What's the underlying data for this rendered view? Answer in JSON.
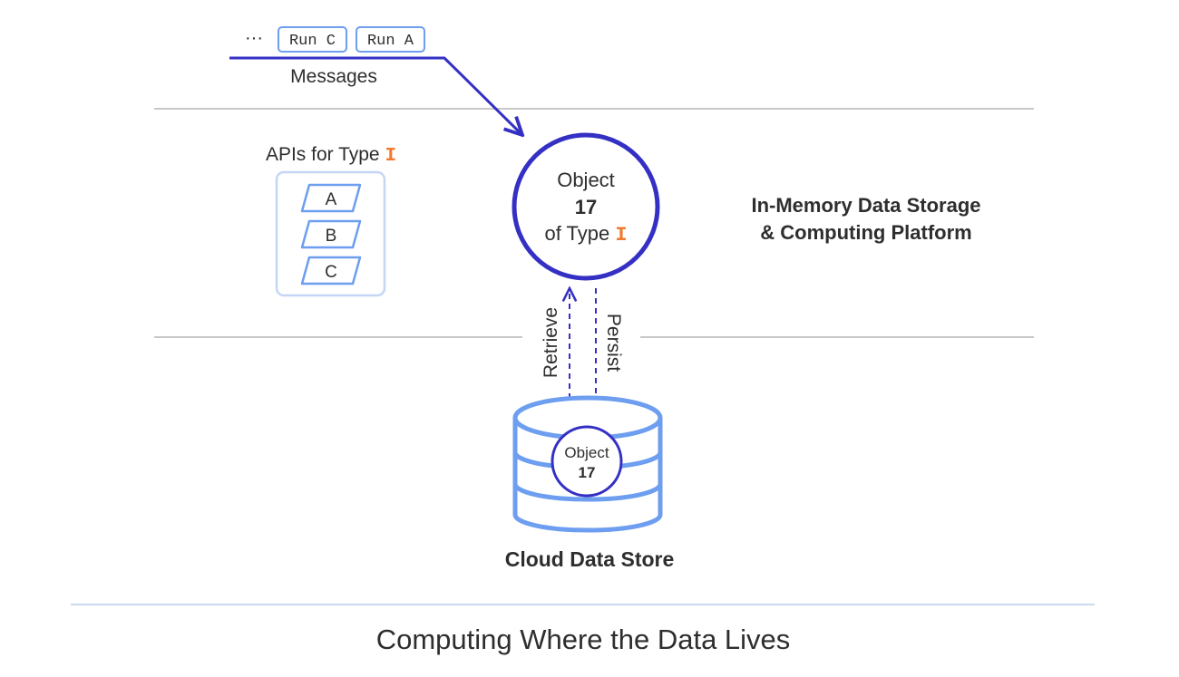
{
  "messages": {
    "ellipsis": "···",
    "chips": [
      "Run C",
      "Run A"
    ],
    "label": "Messages"
  },
  "apis": {
    "title_prefix": "APIs for Type ",
    "title_type": "I",
    "items": [
      "A",
      "B",
      "C"
    ]
  },
  "object": {
    "line1": "Object",
    "number": "17",
    "line3_prefix": "of Type ",
    "type": "I"
  },
  "platform": {
    "line1": "In-Memory Data Storage",
    "line2": "& Computing Platform"
  },
  "arrows": {
    "retrieve": "Retrieve",
    "persist": "Persist"
  },
  "store": {
    "object_label": "Object",
    "object_number": "17",
    "label": "Cloud Data Store"
  },
  "caption": "Computing Where the Data Lives",
  "colors": {
    "navy": "#3430c4",
    "light_blue": "#6d9ef0",
    "pale_blue": "#c5d6f5",
    "orange": "#f07a2e",
    "rule_gray": "#c8c8c8",
    "footer_rule": "#c9daf0"
  }
}
